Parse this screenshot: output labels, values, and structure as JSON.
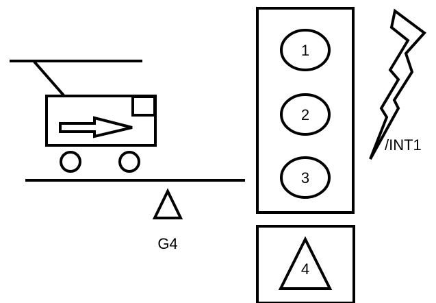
{
  "labels": {
    "sensor_1": "1",
    "sensor_2": "2",
    "sensor_3": "3",
    "sensor_4": "4",
    "interrupt": "/INT1",
    "bottom_sensor": "G4"
  },
  "colors": {
    "stroke": "#000000",
    "background": "#ffffff"
  }
}
